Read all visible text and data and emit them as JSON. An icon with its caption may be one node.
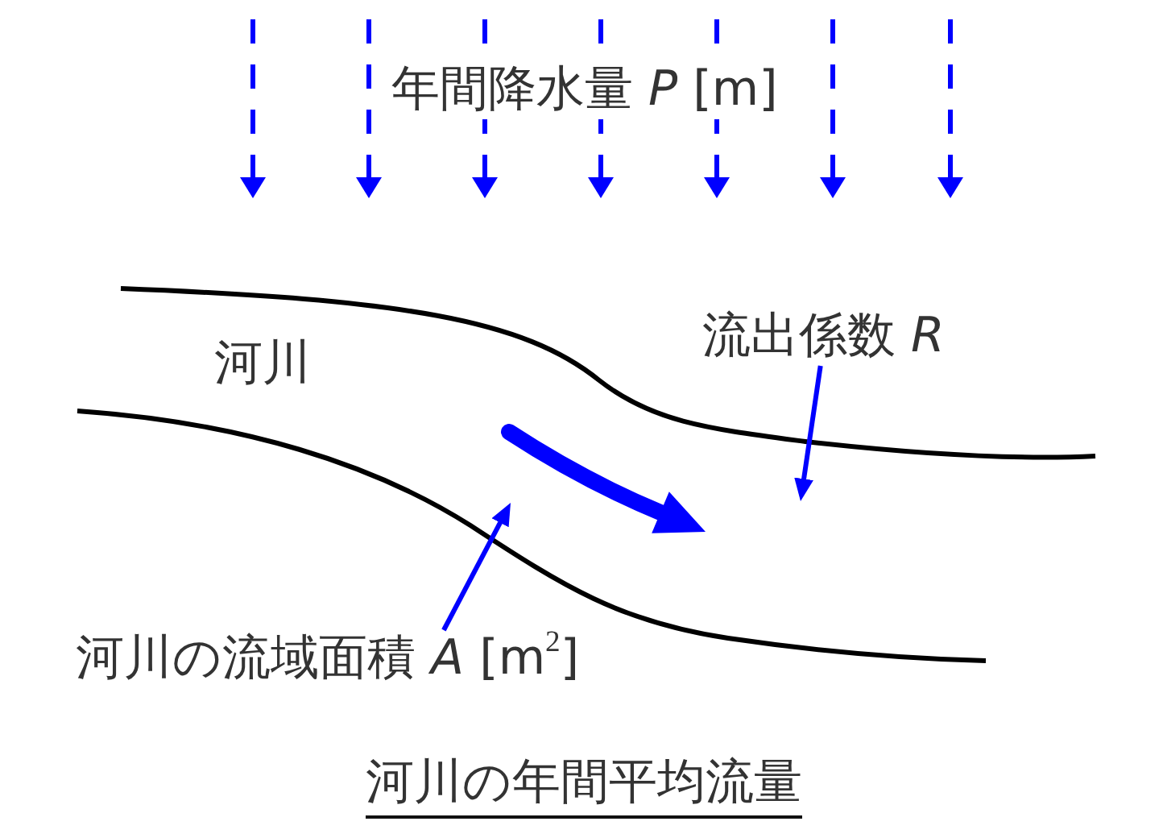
{
  "diagram": {
    "caption": "河川の年間平均流量",
    "nodes": [
      {
        "text": [
          "流出係数 *R*"
        ]
      },
      {
        "text": [
          "河川の流域面積 *A* [m$^{2}$]"
        ]
      }
    ],
    "edges": [
      {
        "from": 0,
        "to": null,
        "arrow": "to"
      },
      {
        "from": 1,
        "to": null,
        "arrow": "to"
      }
    ],
    "labels": [
      "年間降水量 *P* [m]",
      "河川"
    ]
  }
}
